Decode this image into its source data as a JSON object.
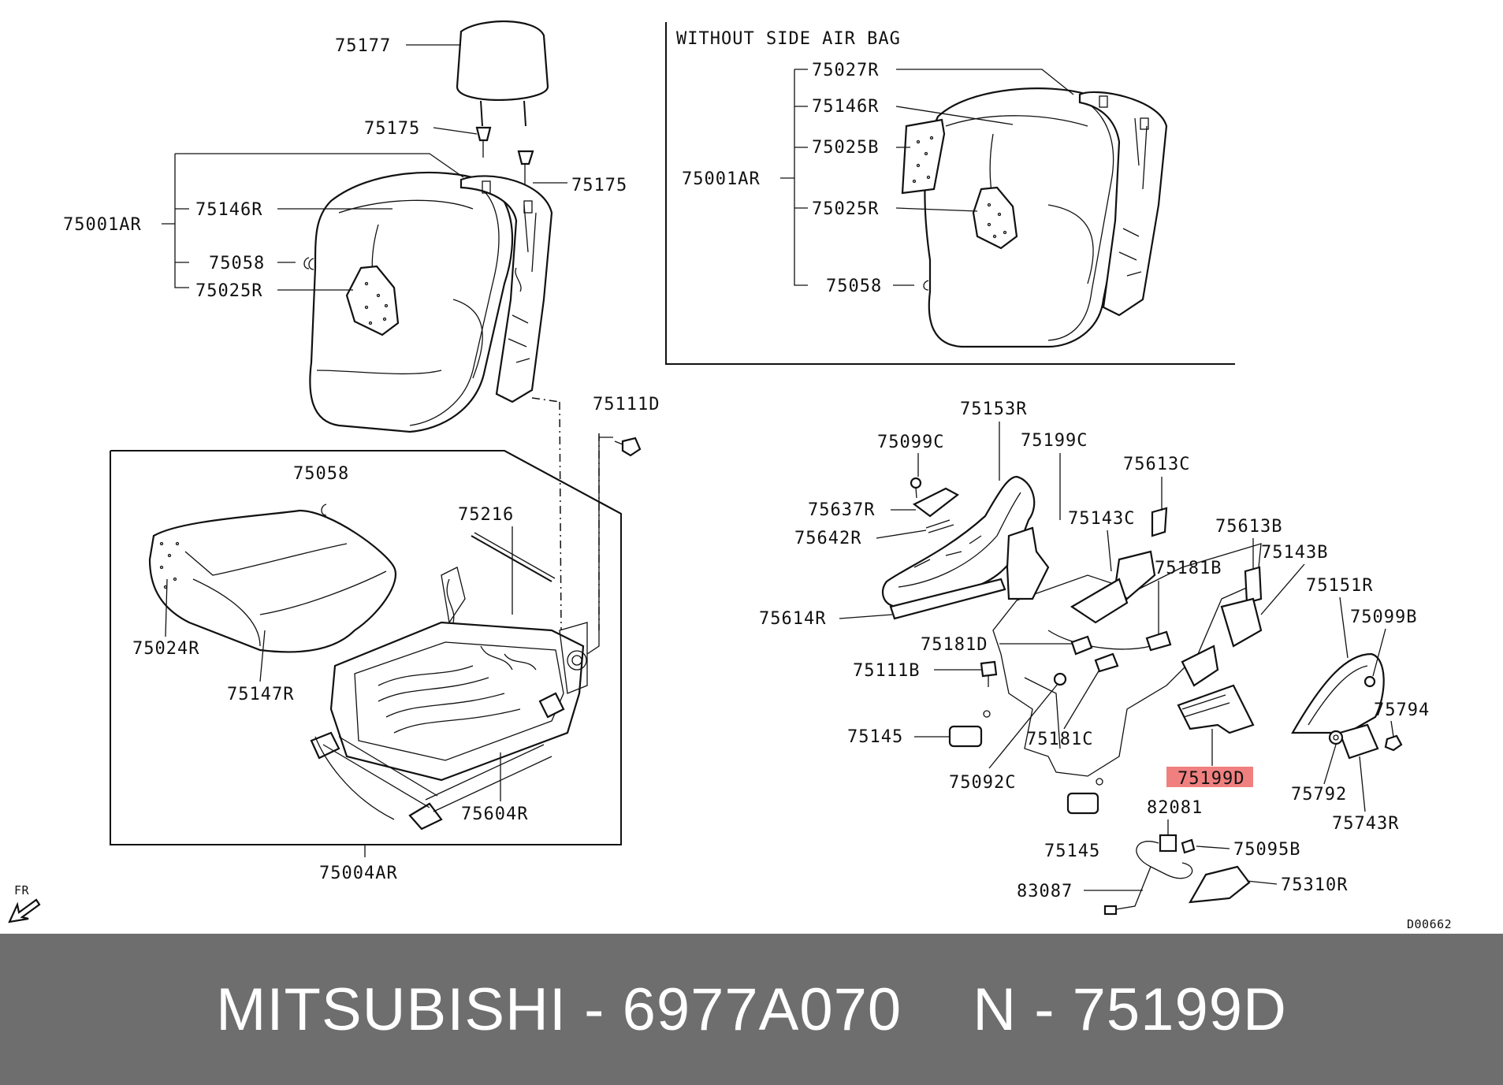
{
  "diagram": {
    "inset_title": "WITHOUT SIDE AIR BAG",
    "drawing_id": "D00662",
    "front_indicator": "FR",
    "highlight_color": "#f08080",
    "labels": {
      "l75177": "75177",
      "l75175a": "75175",
      "l75175b": "75175",
      "l75001ar": "75001AR",
      "l75146r": "75146R",
      "l75058a": "75058",
      "l75025r": "75025R",
      "l75111d": "75111D",
      "l75058b": "75058",
      "l75216": "75216",
      "l75024r": "75024R",
      "l75147r": "75147R",
      "l75604r": "75604R",
      "l75004ar": "75004AR",
      "i75027r": "75027R",
      "i75146r": "75146R",
      "i75025b": "75025B",
      "i75001ar": "75001AR",
      "i75025r": "75025R",
      "i75058": "75058",
      "l75153r": "75153R",
      "l75099c": "75099C",
      "l75199c": "75199C",
      "l75613c": "75613C",
      "l75637r": "75637R",
      "l75143c": "75143C",
      "l75613b": "75613B",
      "l75642r": "75642R",
      "l75181b": "75181B",
      "l75143b": "75143B",
      "l75151r": "75151R",
      "l75614r": "75614R",
      "l75099b": "75099B",
      "l75181d": "75181D",
      "l75111b": "75111B",
      "l75794": "75794",
      "l75145a": "75145",
      "l75181c": "75181C",
      "l75199d": "75199D",
      "l75792": "75792",
      "l75092c": "75092C",
      "l75743r": "75743R",
      "l82081": "82081",
      "l75145b": "75145",
      "l75095b": "75095B",
      "l83087": "83087",
      "l75310r": "75310R"
    }
  },
  "caption": {
    "brand": "MITSUBISHI",
    "separator": "-",
    "part_number": "6977A070",
    "n_label": "N",
    "n_separator": "-",
    "n_value": "75199D"
  }
}
